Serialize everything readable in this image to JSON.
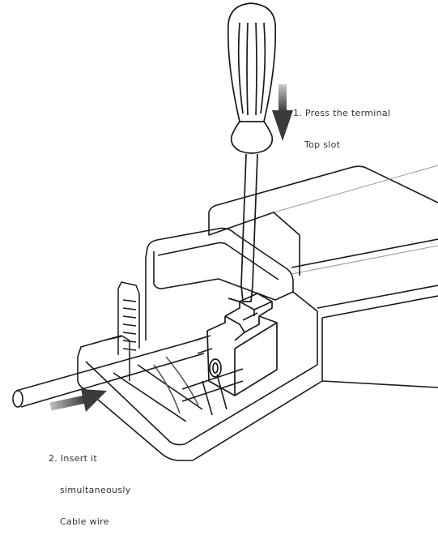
{
  "colors": {
    "line": "#1a1a1a",
    "light_line": "#8a8a8a",
    "arrow": "#4d4d4d",
    "background": "#ffffff"
  },
  "annotations": {
    "step1": {
      "line1": "1. Press the terminal",
      "line2": "Top slot"
    },
    "step2": {
      "line1": "2. Insert it",
      "line2": "simultaneously",
      "line3": "Cable wire"
    }
  }
}
